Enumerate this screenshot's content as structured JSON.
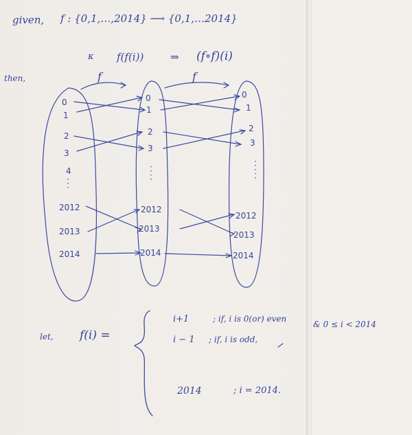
{
  "header": {
    "given_label": "given,",
    "function_def": "f : {0,1,…,2014} ⟶ {0,1,…2014}"
  },
  "composition": {
    "lhs": "f(f(i))",
    "arrow": "⇒",
    "rhs": "(f∘f)(i)",
    "prefix": "κ"
  },
  "diagram": {
    "then_label": "then,",
    "f_label_1": "f",
    "f_label_2": "f",
    "col1": [
      "0",
      "1",
      "2",
      "3",
      "4",
      "2012",
      "2013",
      "2014"
    ],
    "col2": [
      "0",
      "1",
      "2",
      "3",
      "2012",
      "2013",
      "2014"
    ],
    "col3": [
      "0",
      "1",
      "2",
      "3",
      "2012",
      "2013",
      "2014"
    ]
  },
  "definition": {
    "let_label": "let,",
    "f_of_i": "f(i) =",
    "case1_expr": "i+1",
    "case1_cond": "; if, i is 0(or) even",
    "case1_range": "& 0 ≤ i < 2014",
    "case2_expr": "i − 1",
    "case2_cond": "; if, i is odd,",
    "case3_expr": "2014",
    "case3_cond": "; i = 2014."
  }
}
